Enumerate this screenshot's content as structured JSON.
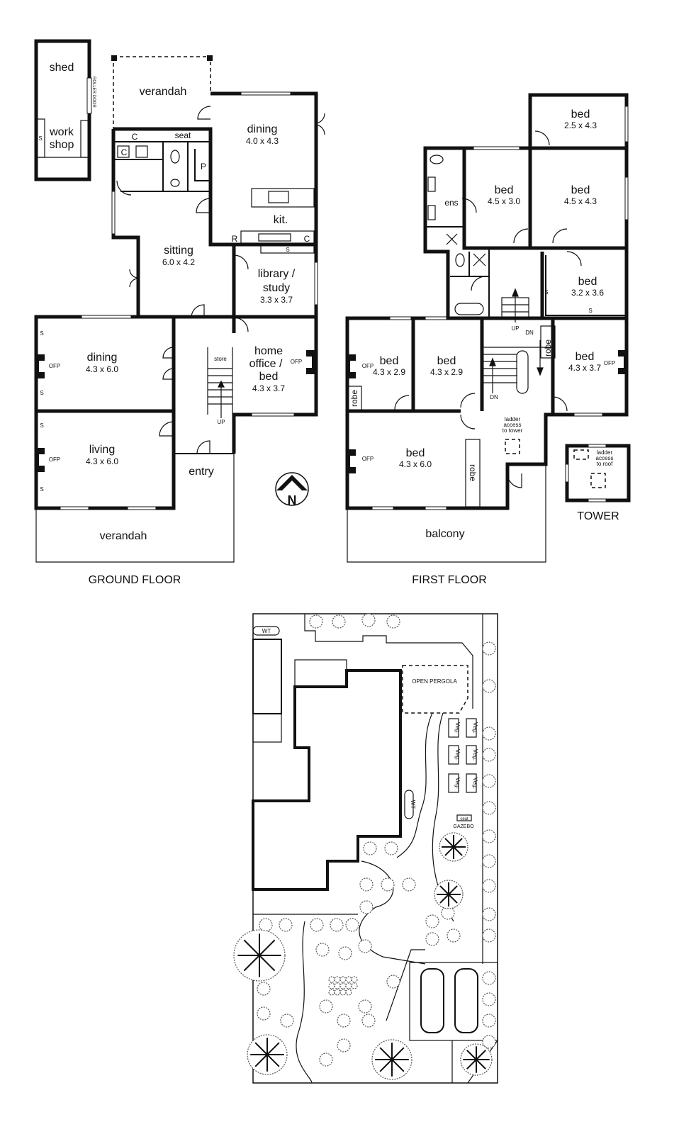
{
  "ground_floor": {
    "caption": "GROUND FLOOR",
    "shed": "shed",
    "workshop_1": "work",
    "workshop_2": "shop",
    "roller_door": "ROLLER DOOR",
    "verandah_rear": "verandah",
    "cupboard_c": "C",
    "seat": "seat",
    "pantry": "P",
    "fridge": "R",
    "shelf_s": "S",
    "dining_kitchen": {
      "label": "dining",
      "dim": "4.0 x 4.3"
    },
    "kitchen": "kit.",
    "sitting": {
      "label": "sitting",
      "dim": "6.0 x 4.2"
    },
    "library": {
      "label_1": "library /",
      "label_2": "study",
      "dim": "3.3 x 3.7"
    },
    "dining": {
      "label": "dining",
      "dim": "4.3 x 6.0"
    },
    "living": {
      "label": "living",
      "dim": "4.3 x 6.0"
    },
    "home_office": {
      "label_1": "home",
      "label_2": "office /",
      "label_3": "bed",
      "dim": "4.3 x 3.7"
    },
    "store": "store",
    "up": "UP",
    "ofp": "OFP",
    "entry": "entry",
    "verandah_front": "verandah"
  },
  "north": "N",
  "first_floor": {
    "caption": "FIRST FLOOR",
    "bed_a": {
      "label": "bed",
      "dim": "2.5 x 4.3"
    },
    "bed_b": {
      "label": "bed",
      "dim": "4.5 x 3.0"
    },
    "bed_c": {
      "label": "bed",
      "dim": "4.5 x 4.3"
    },
    "bed_d": {
      "label": "bed",
      "dim": "3.2 x 3.6"
    },
    "bed_e": {
      "label": "bed",
      "dim": "4.3 x 2.9"
    },
    "bed_f": {
      "label": "bed",
      "dim": "4.3 x 2.9"
    },
    "bed_g": {
      "label": "bed",
      "dim": "4.3 x 3.7"
    },
    "bed_h": {
      "label": "bed",
      "dim": "4.3 x 6.0"
    },
    "ensuite": "ens",
    "shelf_s": "S",
    "robe": "robe",
    "ofp": "OFP",
    "up": "UP",
    "dn": "DN",
    "ladder_1": "ladder",
    "ladder_2": "access",
    "ladder_3": "to tower",
    "balcony": "balcony"
  },
  "tower": {
    "caption": "TOWER",
    "ladder_1": "ladder",
    "ladder_2": "access",
    "ladder_3": "to roof"
  },
  "site": {
    "water_tank": "WT",
    "pergola": "OPEN PERGOLA",
    "veg": "Veg.",
    "seat": "seat",
    "gazebo": "GAZEBO"
  }
}
